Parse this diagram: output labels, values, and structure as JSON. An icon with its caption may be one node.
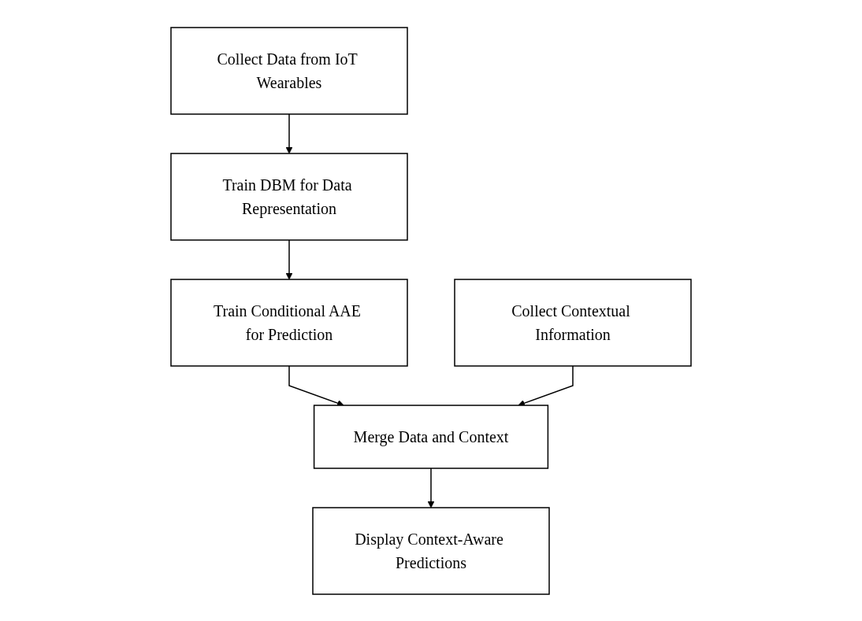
{
  "diagram": {
    "nodes": [
      {
        "text": [
          "Collect Data from IoT Wearables"
        ]
      },
      {
        "text": [
          "Train DBM for Data Representation"
        ]
      },
      {
        "text": [
          "Train Conditional AAE for Prediction"
        ]
      },
      {
        "text": [
          "Merge Data and Context"
        ]
      },
      {
        "text": [
          "Collect Contextual Information"
        ]
      },
      {
        "text": [
          "Display Context-Aware Predictions"
        ]
      }
    ],
    "edges": [
      {
        "from": 0,
        "to": 1,
        "arrow": "to"
      },
      {
        "from": 1,
        "to": 2,
        "arrow": "to"
      },
      {
        "from": 2,
        "to": 3,
        "arrow": "to"
      },
      {
        "from": 4,
        "to": 3,
        "arrow": "to"
      },
      {
        "from": 3,
        "to": 5,
        "arrow": "to"
      }
    ]
  }
}
